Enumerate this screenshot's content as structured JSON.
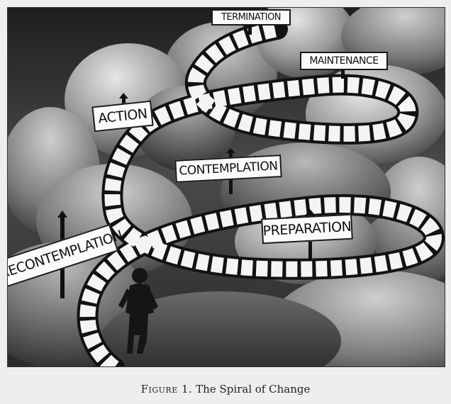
{
  "stages": {
    "termination": "TERMINATION",
    "maintenance": "MAINTENANCE",
    "action": "ACTION",
    "contemplation": "CONTEMPLATION",
    "preparation": "PREPARATION",
    "precontemplation": "PRECONTEMPLATION"
  },
  "caption": {
    "label": "Figure 1.",
    "title": "The Spiral of Change"
  },
  "colors": {
    "sky": "#3a3a3a",
    "stair": "#f4f4f4",
    "sign": "#fbfbfb",
    "ink": "#111111"
  }
}
